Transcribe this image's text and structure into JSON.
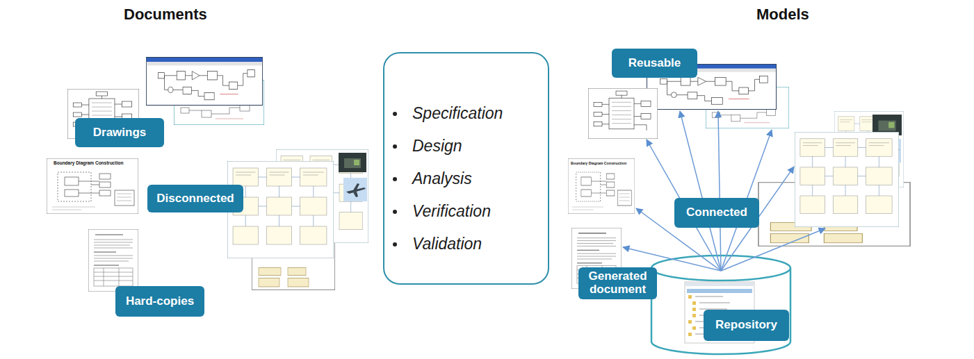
{
  "diagram": {
    "nodes": [
      {
        "text": [
          "Specification",
          "Design",
          "Analysis",
          "Verification",
          "Validation"
        ]
      },
      {
        "text": [
          "Drawings"
        ]
      },
      {
        "text": [
          "Disconnected"
        ]
      },
      {
        "text": [
          "Hard-copies"
        ]
      },
      {
        "text": [
          "Reusable"
        ]
      },
      {
        "text": [
          "Connected"
        ]
      },
      {
        "text": [
          "Generated document"
        ]
      },
      {
        "text": [
          "Repository"
        ]
      }
    ],
    "labels": [
      "Documents",
      "Boundary Diagram Construction",
      "Models",
      "Boundary Diagram Construction"
    ]
  }
}
